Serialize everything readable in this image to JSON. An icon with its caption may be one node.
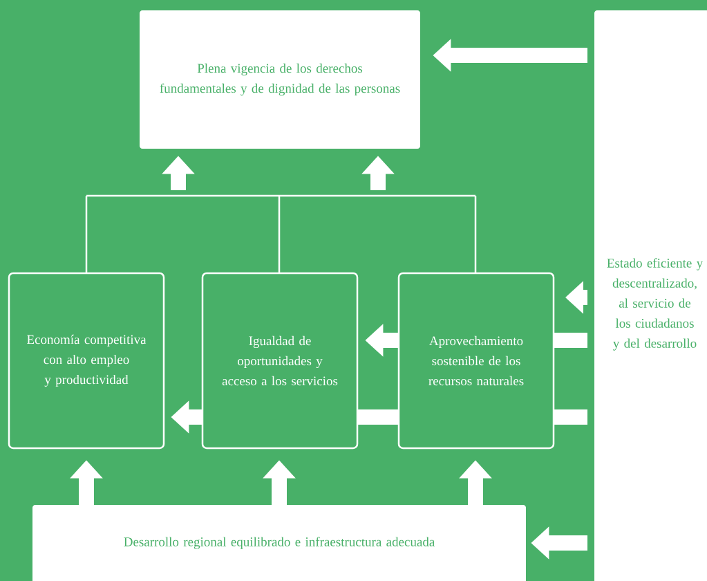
{
  "diagram": {
    "nodes": [
      {
        "text": [
          "Plena vigencia de los derechos fundamentales y de dignidad de las personas"
        ]
      },
      {
        "text": [
          "Estado eficiente y descentralizado, al servicio de los ciudadanos y del desarrollo"
        ]
      },
      {
        "text": [
          "Economía competitiva con alto empleo y productividad"
        ]
      },
      {
        "text": [
          "Igualdad de oportunidades y acceso a los servicios"
        ]
      },
      {
        "text": [
          "Aprovechamiento sostenible de los recursos naturales"
        ]
      },
      {
        "text": [
          "Desarrollo regional equilibrado e infraestructura adecuada"
        ]
      }
    ],
    "edges": [
      {
        "from": 1,
        "to": 0,
        "arrow": "to"
      },
      {
        "from": 2,
        "to": 0,
        "arrow": "to"
      },
      {
        "from": 3,
        "to": 0,
        "arrow": "to"
      },
      {
        "from": 4,
        "to": 0,
        "arrow": "to"
      },
      {
        "from": 1,
        "to": null,
        "arrow": "to"
      },
      {
        "from": 1,
        "to": 4,
        "arrow": "none"
      },
      {
        "from": 4,
        "to": 3,
        "arrow": "to"
      },
      {
        "from": 1,
        "to": 4,
        "arrow": "none"
      },
      {
        "from": 4,
        "to": 3,
        "arrow": "none"
      },
      {
        "from": 3,
        "to": 2,
        "arrow": "to"
      },
      {
        "from": 5,
        "to": 2,
        "arrow": "to"
      },
      {
        "from": 5,
        "to": 3,
        "arrow": "to"
      },
      {
        "from": 5,
        "to": 4,
        "arrow": "to"
      },
      {
        "from": 1,
        "to": 5,
        "arrow": "to"
      }
    ]
  }
}
